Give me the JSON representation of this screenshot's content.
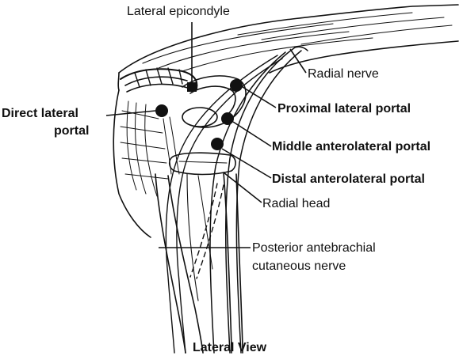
{
  "labels": {
    "lateral_epicondyle": "Lateral epicondyle",
    "radial_nerve": "Radial nerve",
    "direct_lateral_portal_line1": "Direct lateral",
    "direct_lateral_portal_line2": "portal",
    "proximal_lateral_portal": "Proximal lateral portal",
    "middle_anterolateral_portal": "Middle anterolateral portal",
    "distal_anterolateral_portal": "Distal anterolateral portal",
    "radial_head": "Radial head",
    "posterior_antebrachial_line1": "Posterior antebrachial",
    "posterior_antebrachial_line2": "cutaneous nerve"
  },
  "caption": "Lateral View",
  "colors": {
    "ink": "#111111",
    "background": "#ffffff"
  }
}
